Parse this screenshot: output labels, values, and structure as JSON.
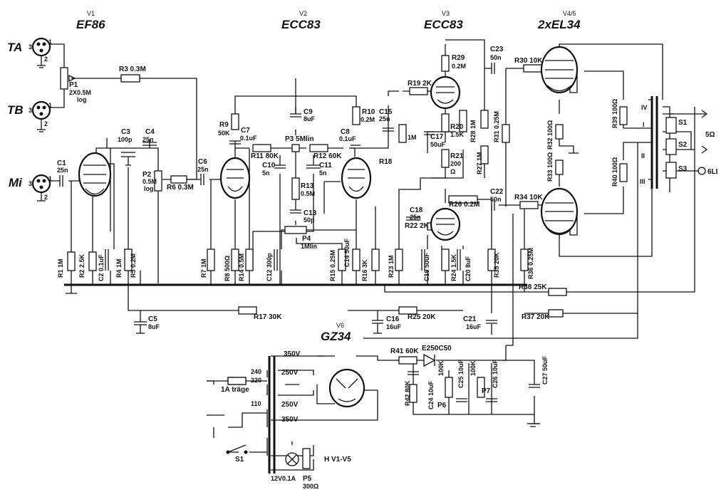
{
  "tubes": {
    "v1": {
      "num": "V1",
      "type": "EF86"
    },
    "v2": {
      "num": "V2",
      "type": "ECC83"
    },
    "v3": {
      "num": "V3",
      "type": "ECC83"
    },
    "v45": {
      "num": "V4/5",
      "type": "2xEL34"
    },
    "v6": {
      "num": "V6",
      "type": "GZ34"
    }
  },
  "inputs": {
    "ta": "TA",
    "tb": "TB",
    "mi": "Mi"
  },
  "labels": {
    "r3": "R3 0.3M",
    "p1": "P1",
    "p1_val": "2X0.5M",
    "p1_log": "log",
    "c1": "C1",
    "c1_val": "25n",
    "r1": "R1 1M",
    "r2": "R2 2.5K",
    "c2": "C2 0.1uF",
    "r4": "R4 1M",
    "r5": "R5 0.2M",
    "c3": "C3",
    "c3_val": "100p",
    "c4": "C4",
    "c4_val": "25n",
    "p2": "P2",
    "p2_val": "0.5M",
    "p2_log": "log",
    "r6": "R6 0.3M",
    "c6": "C6",
    "c6_val": "25n",
    "c5": "C5",
    "c5_val": "8uF",
    "r7": "R7 1M",
    "r8": "R8 500Ω",
    "r9": "R9",
    "r9_val": "50K",
    "c7": "C7",
    "c7_val": "0.1uF",
    "r11": "R11 80K",
    "c10": "C10",
    "c10_val": "5n",
    "p3": "P3 5Mlin",
    "c9": "C9",
    "c9_val": "8uF",
    "c11": "C11",
    "c11_val": "5n",
    "r12": "R12 60K",
    "c8": "C8",
    "c8_val": "0.1uF",
    "r10": "R10",
    "r10_val": "0.2M",
    "r13": "R13",
    "r13_val": "0.5M",
    "c13": "C13",
    "c13_val": "50p",
    "p4": "P4",
    "p4_val": "1Mlin",
    "r14": "R14 0.5M",
    "c12": "C12 300p",
    "r15": "R15 0.25M",
    "c14": "C14 50uF",
    "r16": "R16 3K",
    "r17": "R17 30K",
    "r18": "R18",
    "r18_val": "1M",
    "c15": "C15",
    "c15_val": "25n",
    "r19": "R19 2K",
    "r29": "R29",
    "r29_val": "0.2M",
    "r20": "R20",
    "r20_val": "1.5K",
    "c17": "C17",
    "c17_val": "50uF",
    "r21": "R21",
    "r21_val": "200",
    "r21_unit": "Ω",
    "r28": "R28 1M",
    "r27": "R27 1M",
    "r23": "R23 1M",
    "c18": "C18",
    "c18_val": "25n",
    "r22": "R22 2K",
    "r26": "R26 0.2M",
    "c19": "C19 50uF",
    "r24": "R24 1.5K",
    "c20": "C20 8uF",
    "c16": "C16",
    "c16_val": "16uF",
    "r25": "R25 20K",
    "c23": "C23",
    "c23_val": "50n",
    "c22": "C22",
    "c22_val": "50n",
    "r30": "R30 10K",
    "r34": "R34 10K",
    "r31": "R31 0.25M",
    "r35": "R35 20K",
    "r36": "R36 0.25M",
    "r38": "R38 25K",
    "r37": "R37 20K",
    "c21": "C21",
    "c21_val": "16uF",
    "r32": "R32 100Ω",
    "r33": "R33 100Ω",
    "r39": "R39 100Ω",
    "r40": "R40 100Ω",
    "s1": "S1",
    "s2": "S2",
    "s3": "S3",
    "w1": "I",
    "w2": "II",
    "w3": "III",
    "w4": "IV",
    "out_5": "5Ω",
    "out_6": "6LI",
    "v350a": "350V",
    "v250a": "250V",
    "v250b": "250V",
    "v350b": "350V",
    "t240": "240",
    "t220": "220",
    "t110": "110",
    "fuse": "1A träge",
    "sw": "S1",
    "heater": "H  V1-V5",
    "lamp": "12V0.1A",
    "p5": "P5",
    "p5_val": "300Ω",
    "r41": "R41 60K",
    "diode": "E250C50",
    "r42": "R42 80K",
    "c24": "C24 10uF",
    "p6a": "100K",
    "p6": "P6",
    "c25": "C25 10uF",
    "p7a": "100K",
    "p7": "P7",
    "c26": "C26 10uF",
    "c27": "C27 50uF"
  }
}
